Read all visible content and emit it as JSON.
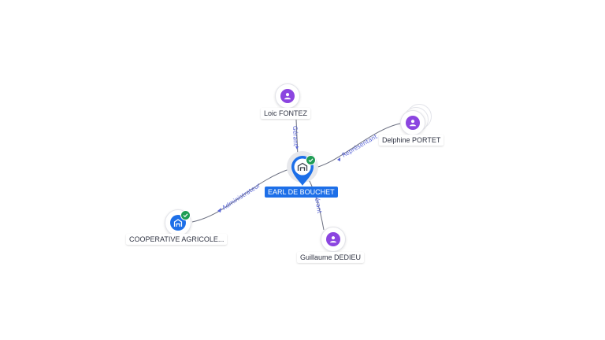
{
  "nodes": {
    "main": {
      "label": "EARL DE BOUCHET"
    },
    "coop": {
      "label": "COOPERATIVE AGRICOLE..."
    },
    "loic": {
      "label": "Loic FONTEZ"
    },
    "delphine": {
      "label": "Delphine PORTET"
    },
    "guillaume": {
      "label": "Guillaume DEDIEU"
    }
  },
  "edges": {
    "loic": {
      "label": "Gérant"
    },
    "delphine": {
      "label": "Représentant"
    },
    "guillaume": {
      "label": "Gérant"
    },
    "coop": {
      "label": "Administrateur"
    }
  },
  "colors": {
    "accent": "#1d6fe8",
    "person": "#8b45e0",
    "verified": "#1f9d55",
    "edge_label": "#5a66d8"
  },
  "icons": {
    "person": "person-icon",
    "company": "building-icon",
    "verified": "check-badge-icon"
  }
}
